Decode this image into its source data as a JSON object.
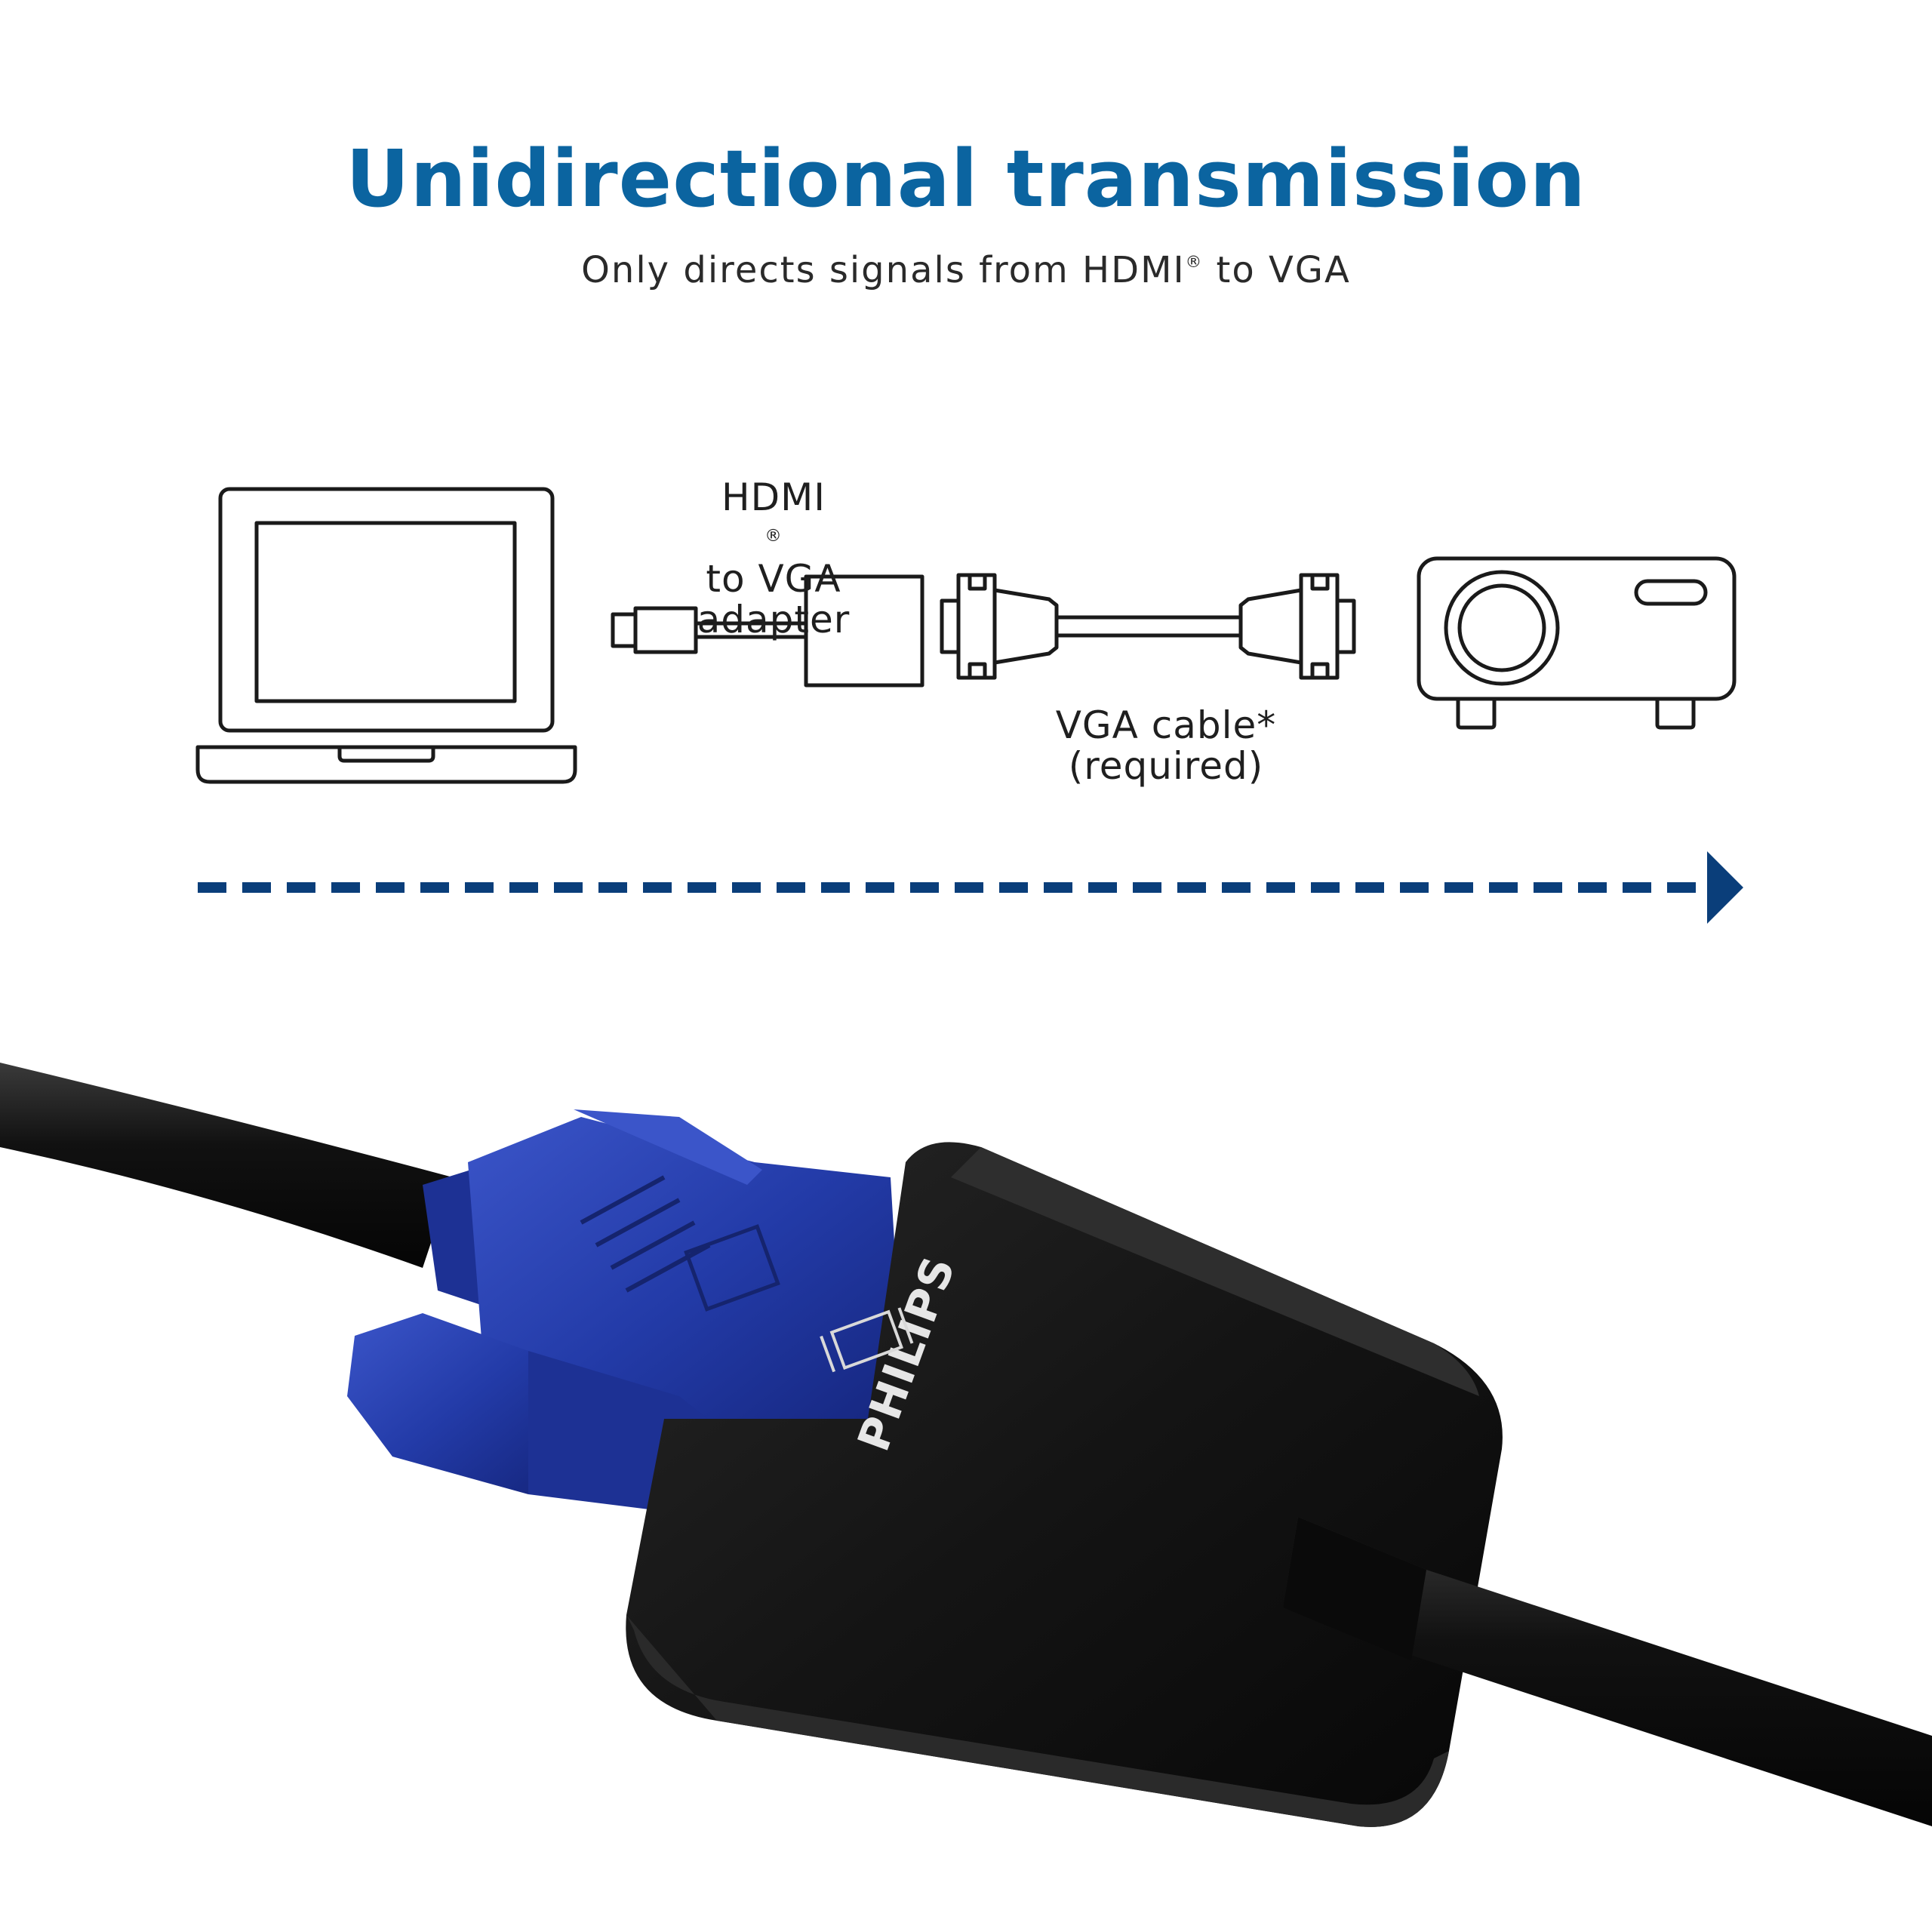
{
  "header": {
    "title": "Unidirectional transmission",
    "subtitle_pre": "Only directs signals from HDMI",
    "subtitle_reg": "®",
    "subtitle_post": " to VGA"
  },
  "diagram": {
    "adapter_label_line1_pre": "HDMI",
    "adapter_label_reg": "®",
    "adapter_label_line1_post": " to VGA",
    "adapter_label_line2": "adapter",
    "cable_label_line1": "VGA cable*",
    "cable_label_line2": "(required)",
    "nodes": [
      {
        "name": "laptop"
      },
      {
        "name": "hdmi-to-vga-adapter"
      },
      {
        "name": "vga-cable"
      },
      {
        "name": "projector"
      }
    ],
    "flow_direction": "left-to-right",
    "arrow_color": "#0a3e7a"
  },
  "photo": {
    "brand_logo_text": "PHILIPS",
    "connector_color": "#233ba8",
    "housing_color": "#121212"
  },
  "colors": {
    "title": "#0b64a0",
    "icon_stroke": "#1a1a1a"
  }
}
